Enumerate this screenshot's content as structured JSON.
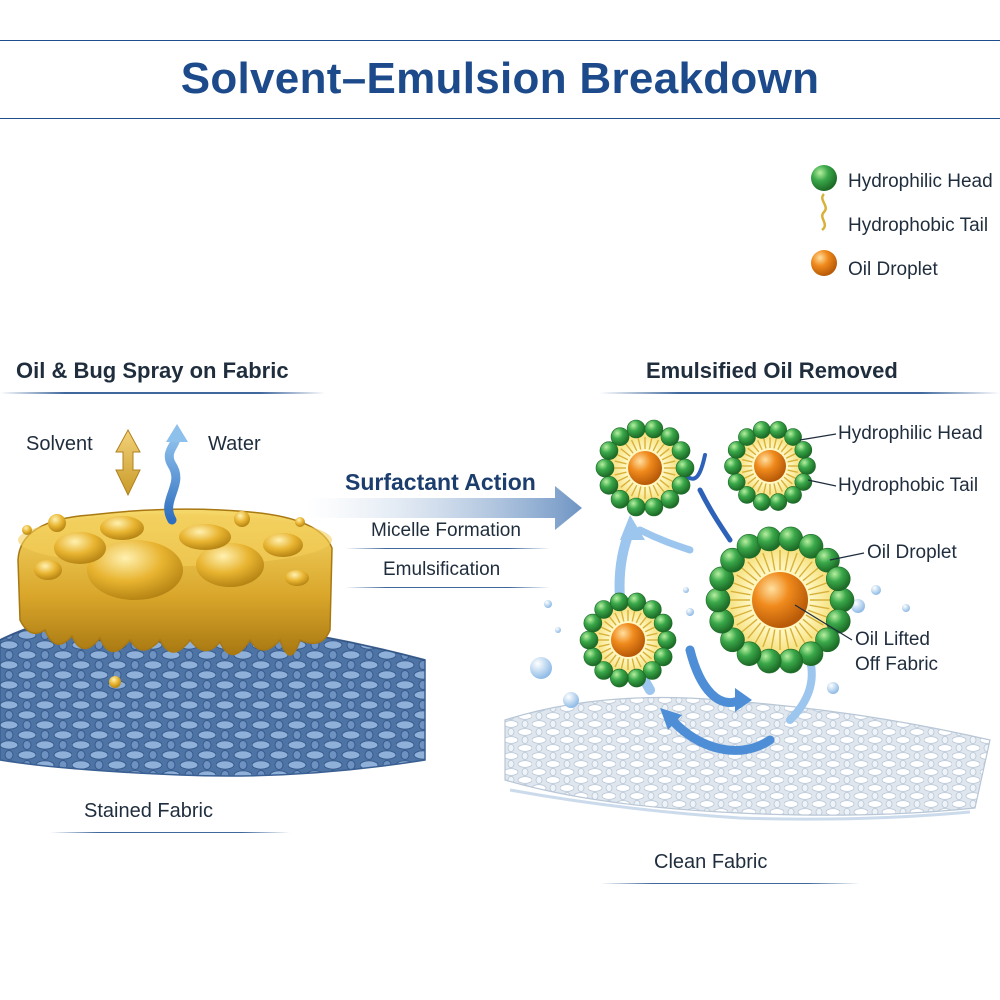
{
  "title": "Solvent–Emulsion Breakdown",
  "legend": [
    {
      "label": "Hydrophilic Head",
      "icon": "green-sphere-icon"
    },
    {
      "label": "Hydrophobic Tail",
      "icon": "wavy-tail-icon"
    },
    {
      "label": "Oil Droplet",
      "icon": "orange-sphere-icon"
    }
  ],
  "left_panel": {
    "title": "Oil & Bug Spray on Fabric",
    "solvent_label": "Solvent",
    "water_label": "Water",
    "caption": "Stained Fabric"
  },
  "middle": {
    "action_label": "Surfactant Action",
    "step1": "Micelle Formation",
    "step2": "Emulsification"
  },
  "right_panel": {
    "title": "Emulsified Oil Removed",
    "callout_head": "Hydrophilic Head",
    "callout_tail": "Hydrophobic Tail",
    "callout_oil": "Oil Droplet",
    "callout_lifted_line1": "Oil Lifted",
    "callout_lifted_line2": "Off Fabric",
    "caption": "Clean Fabric"
  },
  "colors": {
    "title_blue": "#1c4a8a",
    "head_green": "#3aa84a",
    "oil_orange": "#f08a1c",
    "tail_gold": "#d8b13a",
    "fabric_blue": "#5f86b8",
    "arrow_blue": "#3a7fcc"
  }
}
